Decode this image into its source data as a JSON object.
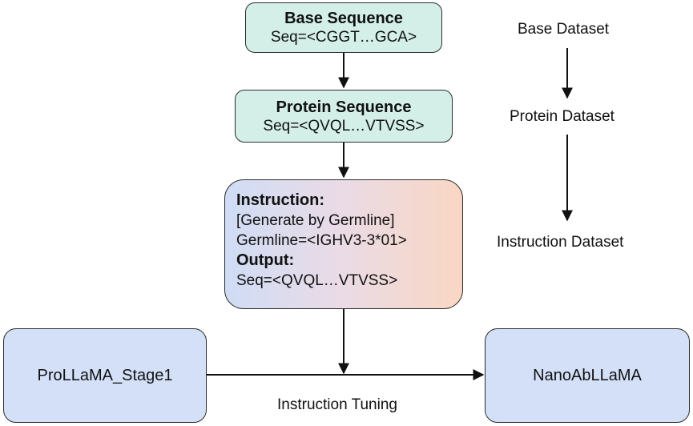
{
  "flow": {
    "base_box": {
      "title": "Base Sequence",
      "seq": "Seq=<CGGT…GCA>"
    },
    "protein_box": {
      "title": "Protein Sequence",
      "seq": "Seq=<QVQL…VTVSS>"
    },
    "instruction_box": {
      "instruction_label": "Instruction:",
      "instruction_line1": "[Generate by Germline]",
      "instruction_line2": "Germline=<IGHV3-3*01>",
      "output_label": "Output:",
      "output_seq": "Seq=<QVQL…VTVSS>"
    },
    "left_model": "ProLLaMA_Stage1",
    "right_model": "NanoAbLLaMA",
    "tuning_label": "Instruction Tuning"
  },
  "datasets": {
    "base": "Base Dataset",
    "protein": "Protein Dataset",
    "instruction": "Instruction Dataset"
  },
  "colors": {
    "green_box": "#d3efe8",
    "blue_box": "#d3e0f7",
    "gradient_left": "#cfdcf5",
    "gradient_right": "#f9d7c4",
    "stroke": "#111111"
  }
}
